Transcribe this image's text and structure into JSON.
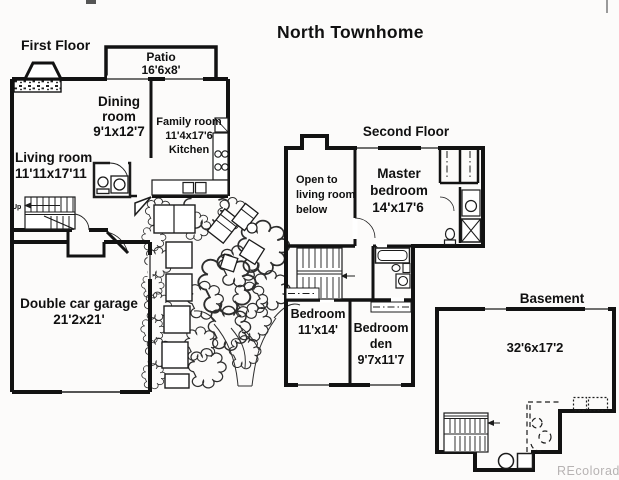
{
  "title": "North Townhome",
  "watermark": "REcolorado",
  "floors": {
    "first": {
      "label": "First Floor",
      "patio_name": "Patio",
      "patio_dims": "16'6x8'",
      "dining_line1": "Dining",
      "dining_line2": "room",
      "dining_dims": "9'1x12'7",
      "family_line1": "Family room",
      "family_dims": "11'4x17'6",
      "family_line2": "Kitchen",
      "living_name": "Living room",
      "living_dims": "11'11x17'11",
      "garage_name": "Double car garage",
      "garage_dims": "21'2x21'",
      "stairs_up": "Up"
    },
    "second": {
      "label": "Second Floor",
      "open_line1": "Open to",
      "open_line2": "living room",
      "open_line3": "below",
      "master_line1": "Master",
      "master_line2": "bedroom",
      "master_dims": "14'x17'6",
      "bedroom_name": "Bedroom",
      "bedroom_dims": "11'x14'",
      "den_line1": "Bedroom",
      "den_line2": "den",
      "den_dims": "9'7x11'7"
    },
    "basement": {
      "label": "Basement",
      "dims": "32'6x17'2"
    }
  }
}
